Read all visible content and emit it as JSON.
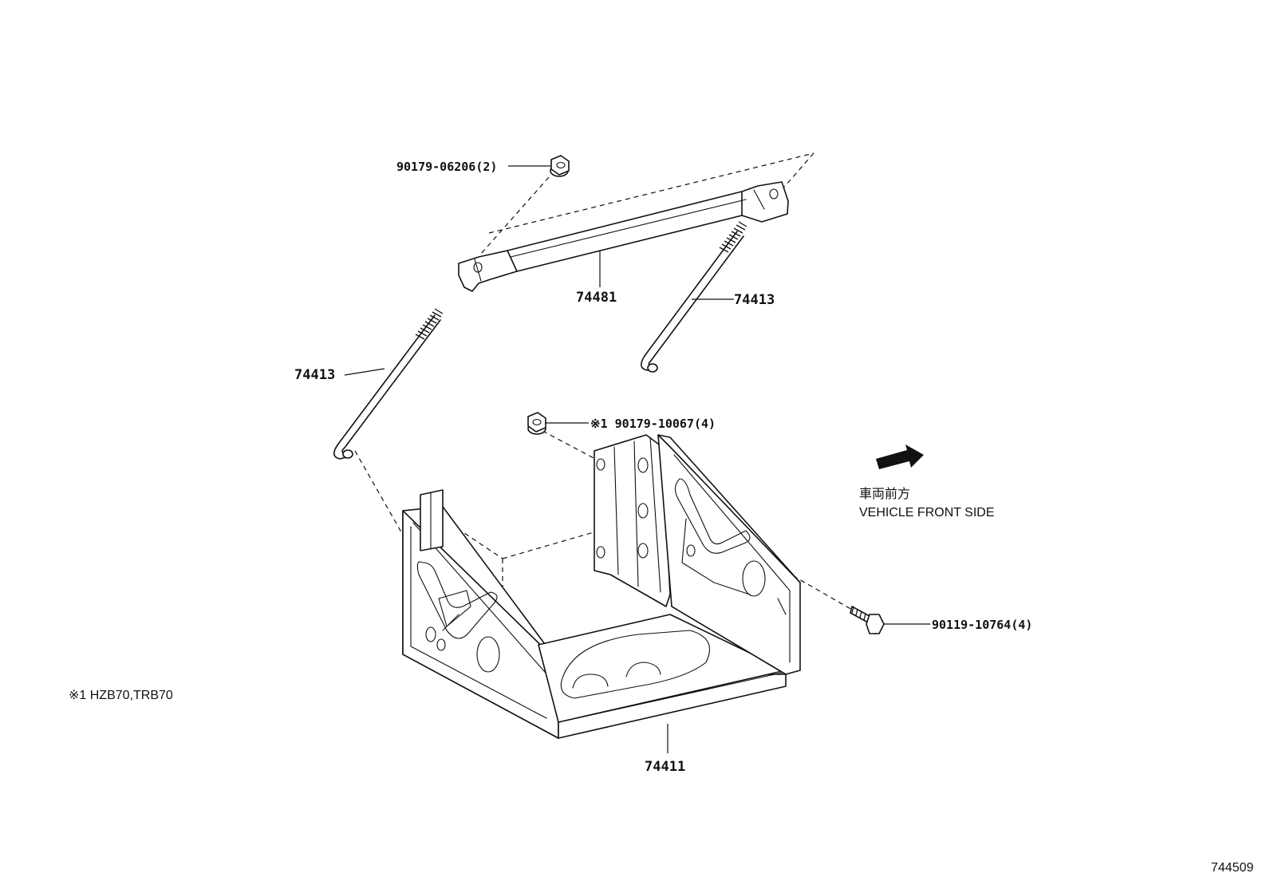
{
  "labels": {
    "nut_top": "90179-06206(2)",
    "clamp": "74481",
    "rod_right": "74413",
    "rod_left": "74413",
    "nut_mid": "※1 90179-10067(4)",
    "bolt": "90119-10764(4)",
    "carrier": "74411"
  },
  "direction": {
    "jp": "車両前方",
    "en": "VEHICLE FRONT SIDE",
    "icon": "arrow-right-up-icon"
  },
  "footnote": "※1 HZB70,TRB70",
  "figure_id": "744509"
}
